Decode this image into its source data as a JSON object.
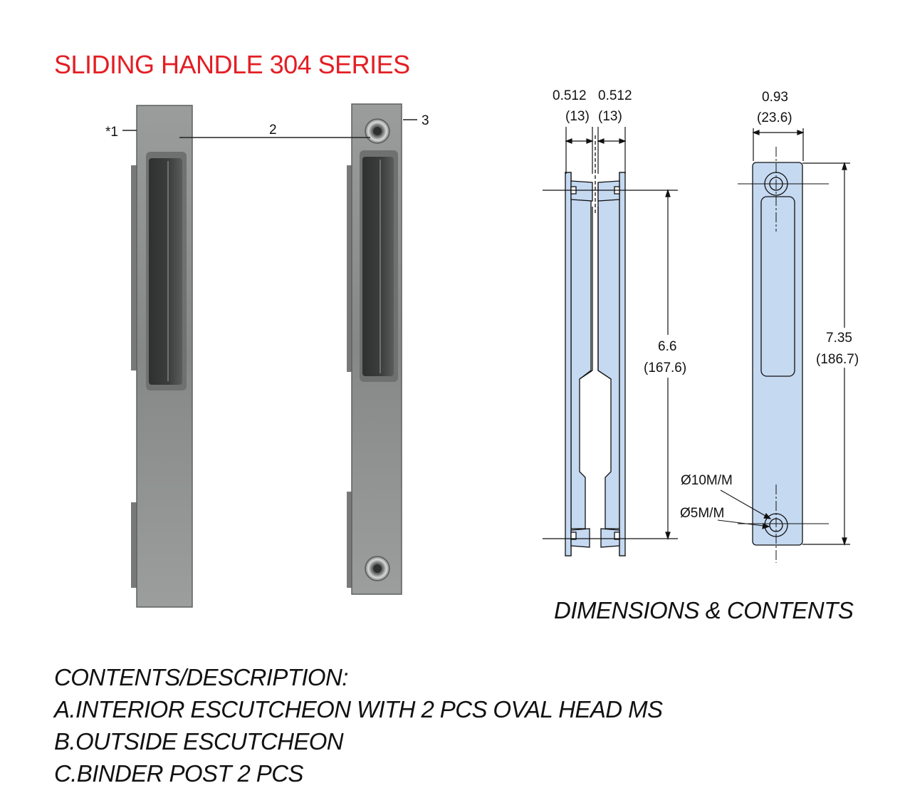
{
  "title": "SLIDING HANDLE 304 SERIES",
  "photo_callouts": {
    "c1": "*1",
    "c2": "2",
    "c3": "3"
  },
  "dimensions": {
    "left_width_top": "0.512",
    "left_width_bottom": "(13)",
    "right_width_top": "0.512",
    "right_width_bottom": "(13)",
    "plate_width_top": "0.93",
    "plate_width_bottom": "(23.6)",
    "hole_spacing_top": "6.6",
    "hole_spacing_bottom": "(167.6)",
    "overall_length_top": "7.35",
    "overall_length_bottom": "(186.7)",
    "large_hole": "Ø10M/M",
    "small_hole": "Ø5M/M"
  },
  "section_heading": "DIMENSIONS & CONTENTS",
  "contents": {
    "heading": "CONTENTS/DESCRIPTION:",
    "items": [
      "A.INTERIOR ESCUTCHEON WITH 2 PCS OVAL HEAD MS",
      "B.OUTSIDE ESCUTCHEON",
      "C.BINDER POST 2 PCS"
    ]
  },
  "colors": {
    "title": "#e31e24",
    "drawing_fill": "#c5d9f1",
    "metal": "#8a8d8c"
  }
}
